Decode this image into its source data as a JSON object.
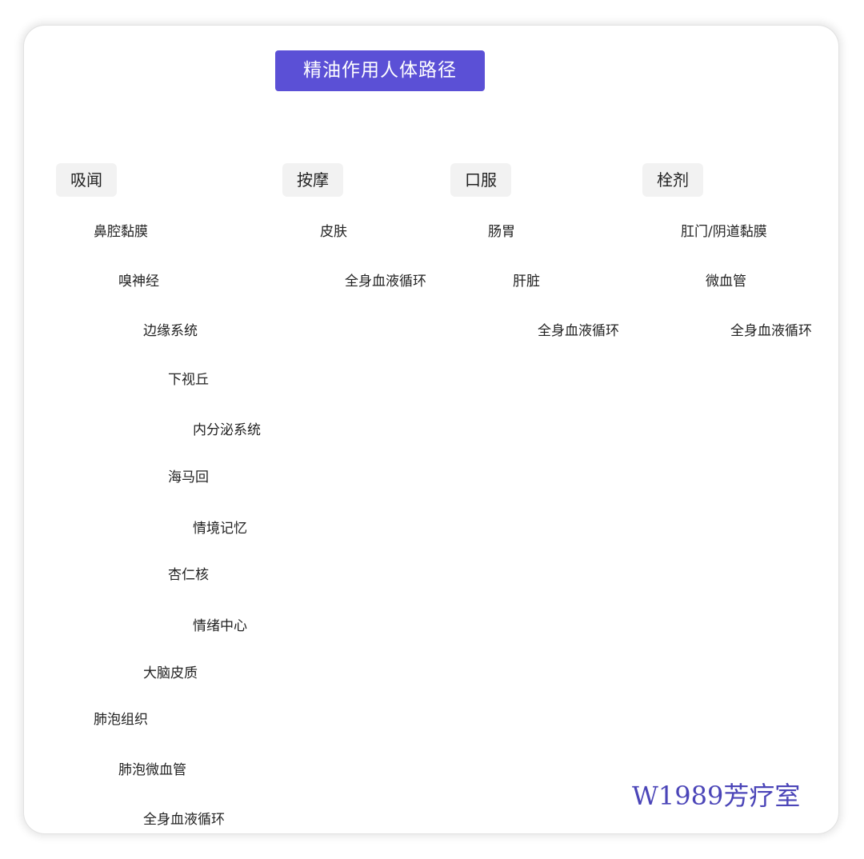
{
  "diagram": {
    "root": "精油作用人体路径",
    "branches": {
      "xiwen": "吸闻",
      "anmo": "按摩",
      "koufu": "口服",
      "shuanji": "栓剂"
    },
    "xiwen_nodes": {
      "bike_nianmo": "鼻腔黏膜",
      "xiu_shenjing": "嗅神经",
      "bianyuan_xitong": "边缘系统",
      "xiashiqiu": "下视丘",
      "neifenmi_xitong": "内分泌系统",
      "haimahui": "海马回",
      "qingjing_jiyi": "情境记忆",
      "xingrenhe": "杏仁核",
      "qingxu_zhongxin": "情绪中心",
      "danao_pizhi": "大脑皮质",
      "feipao_zuzhi": "肺泡组织",
      "feipao_weixueguan": "肺泡微血管",
      "quanshen_xueye_xunhuan": "全身血液循环"
    },
    "anmo_nodes": {
      "pifu": "皮肤",
      "quanshen_xueye_xunhuan": "全身血液循环"
    },
    "koufu_nodes": {
      "changwei": "肠胃",
      "ganzang": "肝脏",
      "quanshen_xueye_xunhuan": "全身血液循环"
    },
    "shuanji_nodes": {
      "gangmen_yindao_nianmo": "肛门/阴道黏膜",
      "weixueguan": "微血管",
      "quanshen_xueye_xunhuan": "全身血液循环"
    }
  },
  "watermark": "W1989芳疗室",
  "colors": {
    "accent": "#5b50d6",
    "line": "#4a4596",
    "branch_bg": "#f2f2f2",
    "watermark": "#4b45b8"
  }
}
